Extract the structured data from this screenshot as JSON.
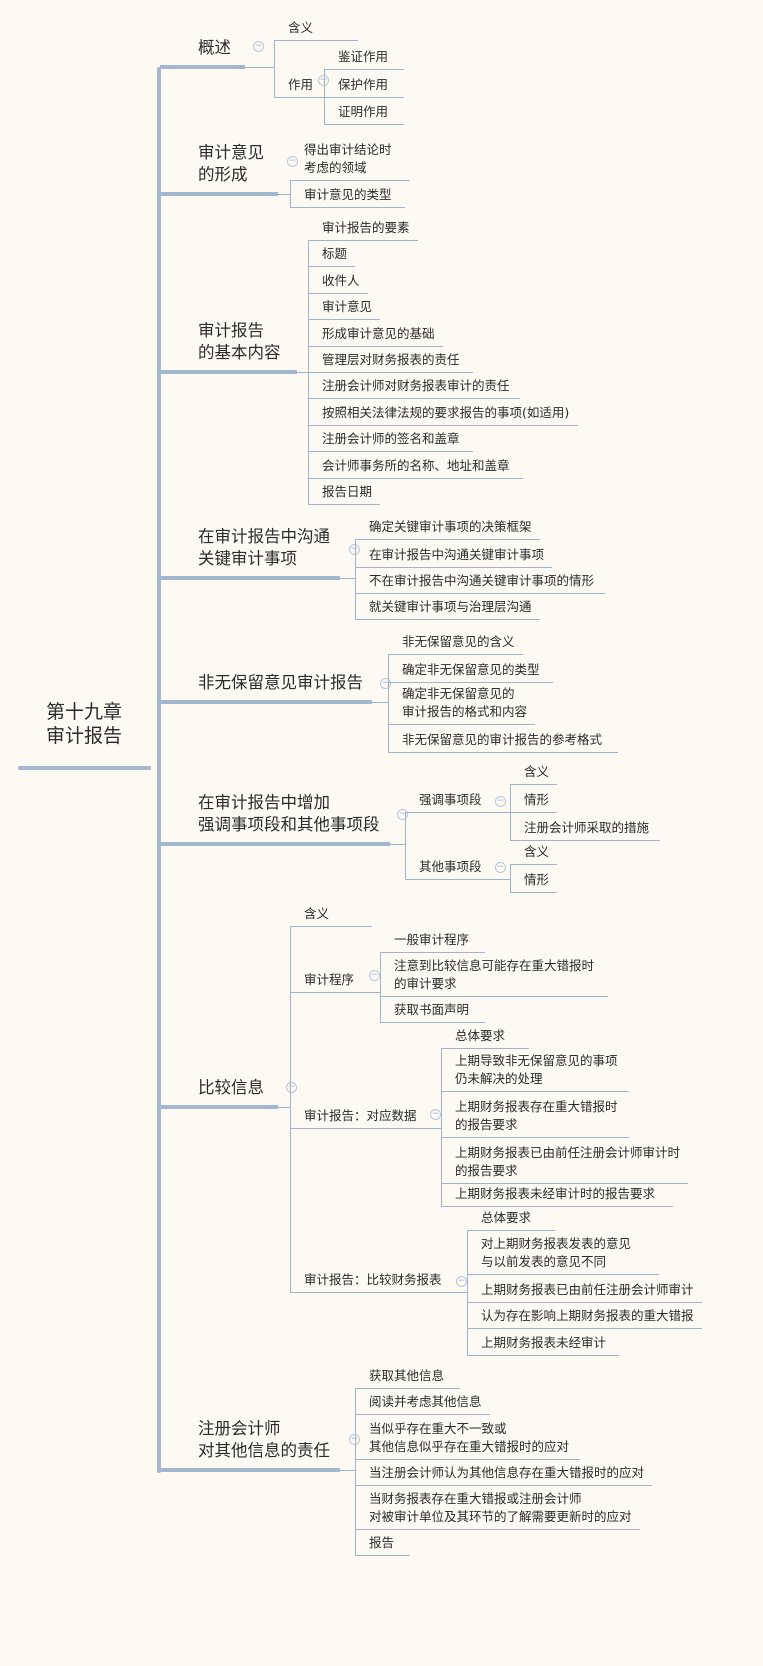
{
  "root": {
    "title": "第十九章\n审计报告"
  },
  "branches": [
    {
      "label": "概述",
      "children": [
        {
          "label": "含义"
        },
        {
          "label": "作用",
          "children": [
            {
              "label": "鉴证作用"
            },
            {
              "label": "保护作用"
            },
            {
              "label": "证明作用"
            }
          ]
        }
      ]
    },
    {
      "label": "审计意见\n的形成",
      "children": [
        {
          "label": "得出审计结论时\n考虑的领域"
        },
        {
          "label": "审计意见的类型"
        }
      ]
    },
    {
      "label": "审计报告\n的基本内容",
      "children": [
        {
          "label": "审计报告的要素"
        },
        {
          "label": "标题"
        },
        {
          "label": "收件人"
        },
        {
          "label": "审计意见"
        },
        {
          "label": "形成审计意见的基础"
        },
        {
          "label": "管理层对财务报表的责任"
        },
        {
          "label": "注册会计师对财务报表审计的责任"
        },
        {
          "label": "按照相关法律法规的要求报告的事项(如适用)"
        },
        {
          "label": "注册会计师的签名和盖章"
        },
        {
          "label": "会计师事务所的名称、地址和盖章"
        },
        {
          "label": "报告日期"
        }
      ]
    },
    {
      "label": "在审计报告中沟通\n关键审计事项",
      "children": [
        {
          "label": "确定关键审计事项的决策框架"
        },
        {
          "label": "在审计报告中沟通关键审计事项"
        },
        {
          "label": "不在审计报告中沟通关键审计事项的情形"
        },
        {
          "label": "就关键审计事项与治理层沟通"
        }
      ]
    },
    {
      "label": "非无保留意见审计报告",
      "children": [
        {
          "label": "非无保留意见的含义"
        },
        {
          "label": "确定非无保留意见的类型"
        },
        {
          "label": "确定非无保留意见的\n审计报告的格式和内容"
        },
        {
          "label": "非无保留意见的审计报告的参考格式"
        }
      ]
    },
    {
      "label": "在审计报告中增加\n强调事项段和其他事项段",
      "children": [
        {
          "label": "强调事项段",
          "children": [
            {
              "label": "含义"
            },
            {
              "label": "情形"
            },
            {
              "label": "注册会计师采取的措施"
            }
          ]
        },
        {
          "label": "其他事项段",
          "children": [
            {
              "label": "含义"
            },
            {
              "label": "情形"
            }
          ]
        }
      ]
    },
    {
      "label": "比较信息",
      "children": [
        {
          "label": "含义"
        },
        {
          "label": "审计程序",
          "children": [
            {
              "label": "一般审计程序"
            },
            {
              "label": "注意到比较信息可能存在重大错报时\n的审计要求"
            },
            {
              "label": "获取书面声明"
            }
          ]
        },
        {
          "label": "审计报告：对应数据",
          "children": [
            {
              "label": "总体要求"
            },
            {
              "label": "上期导致非无保留意见的事项\n仍未解决的处理"
            },
            {
              "label": "上期财务报表存在重大错报时\n的报告要求"
            },
            {
              "label": "上期财务报表已由前任注册会计师审计时\n的报告要求"
            },
            {
              "label": "上期财务报表未经审计时的报告要求"
            }
          ]
        },
        {
          "label": "审计报告：比较财务报表",
          "children": [
            {
              "label": "总体要求"
            },
            {
              "label": "对上期财务报表发表的意见\n与以前发表的意见不同"
            },
            {
              "label": "上期财务报表已由前任注册会计师审计"
            },
            {
              "label": "认为存在影响上期财务报表的重大错报"
            },
            {
              "label": "上期财务报表未经审计"
            }
          ]
        }
      ]
    },
    {
      "label": "注册会计师\n对其他信息的责任",
      "children": [
        {
          "label": "获取其他信息"
        },
        {
          "label": "阅读并考虑其他信息"
        },
        {
          "label": "当似乎存在重大不一致或\n其他信息似乎存在重大错报时的应对"
        },
        {
          "label": "当注册会计师认为其他信息存在重大错报时的应对"
        },
        {
          "label": "当财务报表存在重大错报或注册会计师\n对被审计单位及其环节的了解需要更新时的应对"
        },
        {
          "label": "报告"
        }
      ]
    }
  ],
  "collapse_symbol": "−"
}
